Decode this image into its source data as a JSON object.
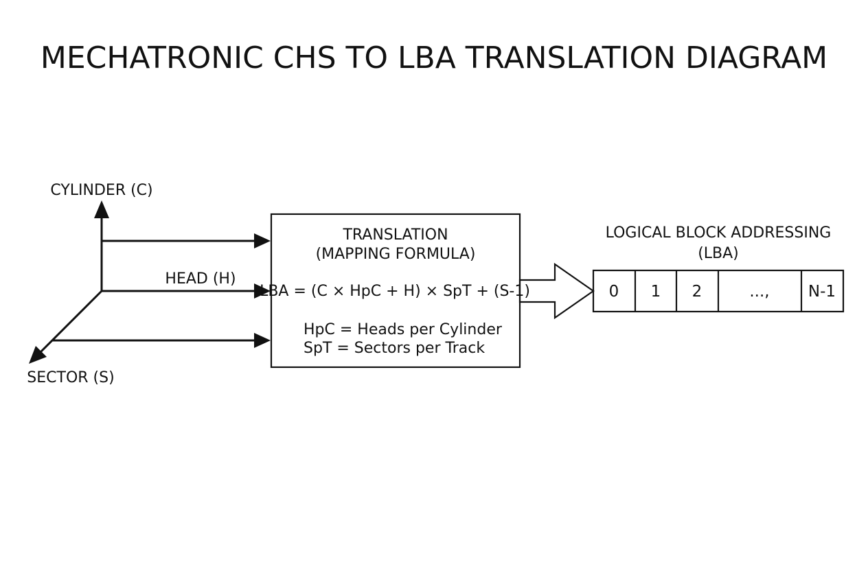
{
  "title": "MECHATRONIC CHS TO LBA TRANSLATION DIAGRAM",
  "axes": {
    "cylinder": "CYLINDER (C)",
    "head": "HEAD (H)",
    "sector": "SECTOR (S)"
  },
  "translation": {
    "title_line1": "TRANSLATION",
    "title_line2": "(MAPPING FORMULA)",
    "formula": "LBA = (C × HpC + H) × SpT + (S-1)",
    "def_hpc": "HpC = Heads per Cylinder",
    "def_spt": "SpT = Sectors per Track"
  },
  "lba": {
    "title_line1": "LOGICAL BLOCK ADDRESSING",
    "title_line2": "(LBA)",
    "cells": [
      "0",
      "1",
      "2",
      "...,",
      "N-1"
    ]
  }
}
